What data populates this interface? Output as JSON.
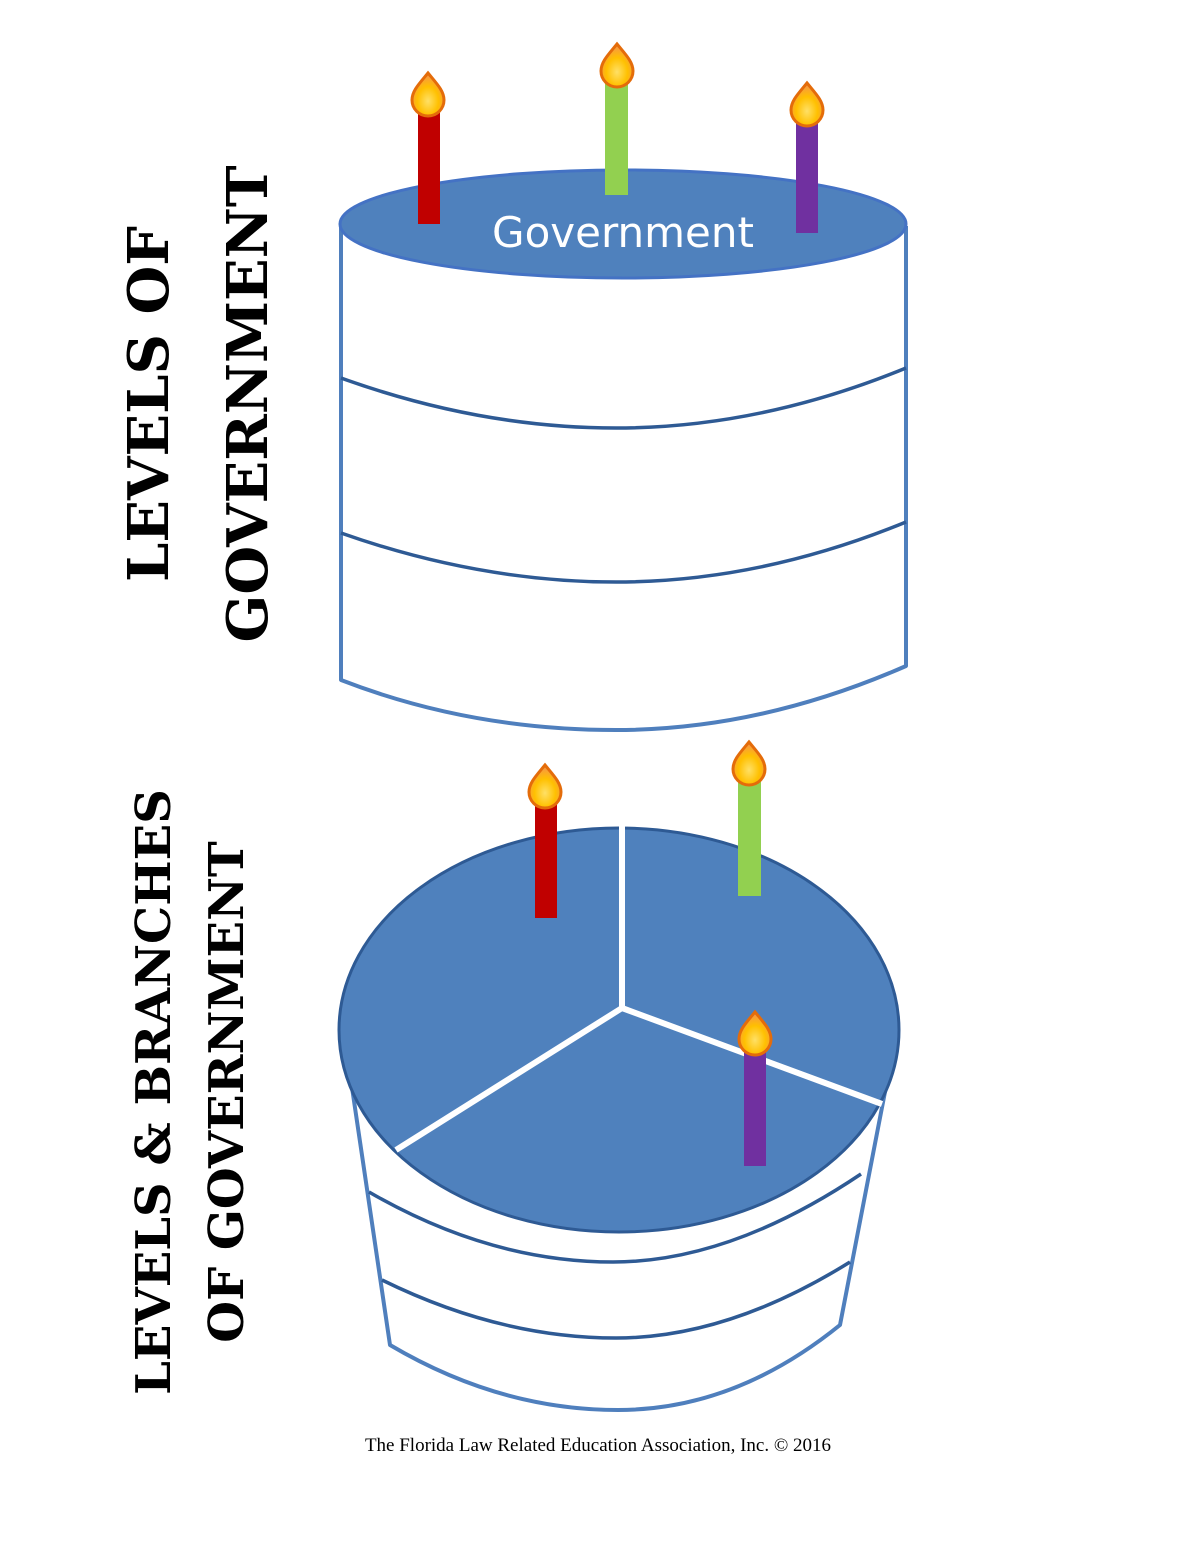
{
  "titles": {
    "top_line1": "LEVELS OF",
    "top_line2": "GOVERNMENT",
    "bottom_line1": "LEVELS & BRANCHES",
    "bottom_line2": "OF GOVERNMENT"
  },
  "top_cake": {
    "label": "Government"
  },
  "footer": "The Florida Law Related Education Association, Inc. © 2016",
  "colors": {
    "cake_top": "#4f81bd",
    "cake_outline": "#4f7fbd",
    "candle_red": "#c00000",
    "candle_green": "#92d050",
    "candle_purple": "#7030a0",
    "flame_outer": "#e46c0a",
    "flame_inner": "#ffc000"
  }
}
